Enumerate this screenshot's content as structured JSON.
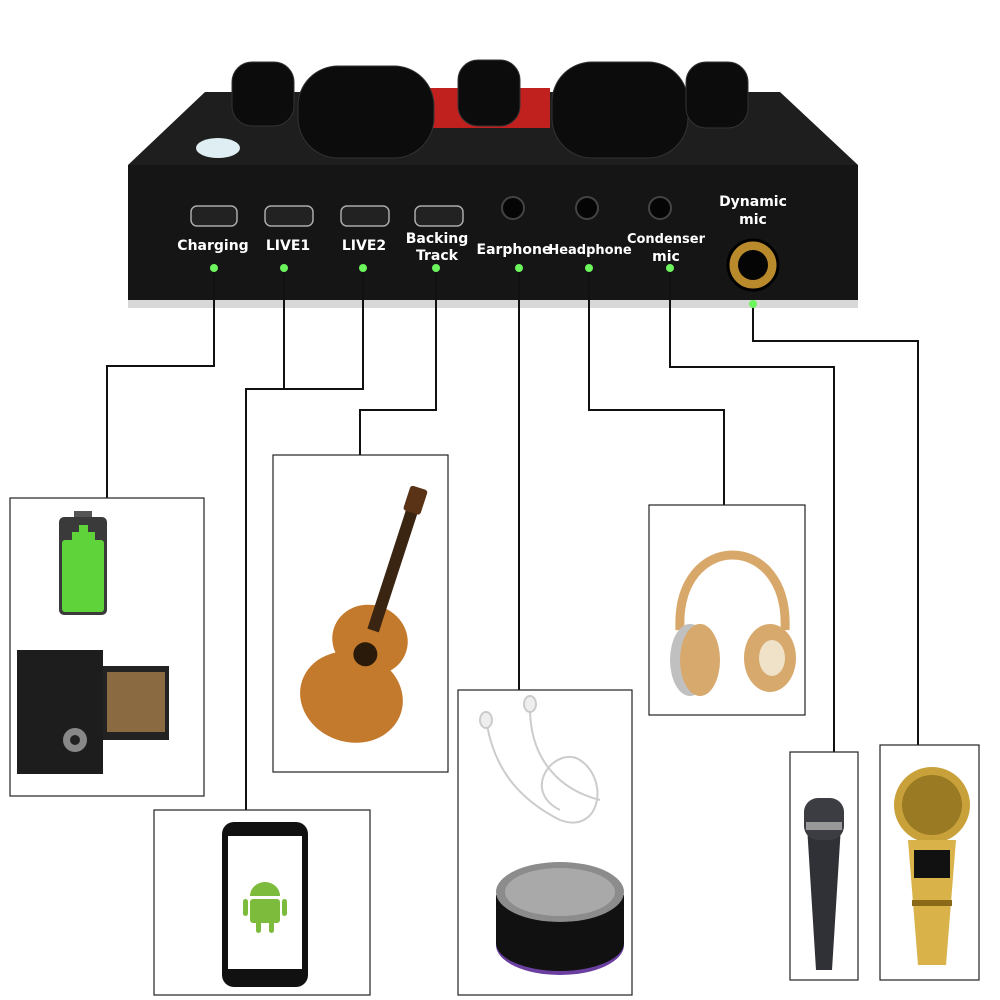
{
  "ports": [
    {
      "label": "Charging"
    },
    {
      "label": "LIVE1"
    },
    {
      "label": "LIVE2"
    },
    {
      "label_line1": "Backing",
      "label_line2": "Track"
    },
    {
      "label": "Earphone"
    },
    {
      "label": "Headphone"
    },
    {
      "label_line1": "Condenser",
      "label_line2": "mic"
    },
    {
      "label_line1": "Dynamic",
      "label_line2": "mic"
    }
  ],
  "devices": [
    "battery",
    "desktop-computer",
    "smartphone",
    "guitar",
    "earphones",
    "speaker",
    "headphones",
    "condenser-microphone",
    "dynamic-microphone"
  ],
  "colors": {
    "indicator": "#6cf55c",
    "device_body": "#151515",
    "wire": "#111111"
  }
}
